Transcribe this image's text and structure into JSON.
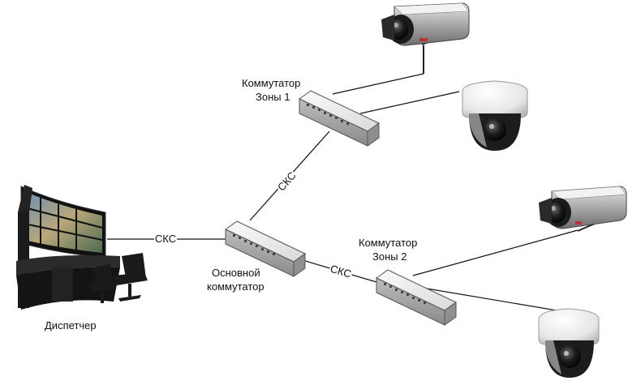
{
  "diagram": {
    "switch_zone1": {
      "line1": "Коммутатор",
      "line2": "Зоны 1"
    },
    "switch_zone2": {
      "line1": "Коммутатор",
      "line2": "Зоны 2"
    },
    "main_switch": {
      "line1": "Основной",
      "line2": "коммутатор"
    },
    "dispatcher": "Диспетчер",
    "link_main_to_zone1": "СКС",
    "link_dispatcher_to_main": "СКС",
    "link_main_to_zone2": "СКС"
  }
}
